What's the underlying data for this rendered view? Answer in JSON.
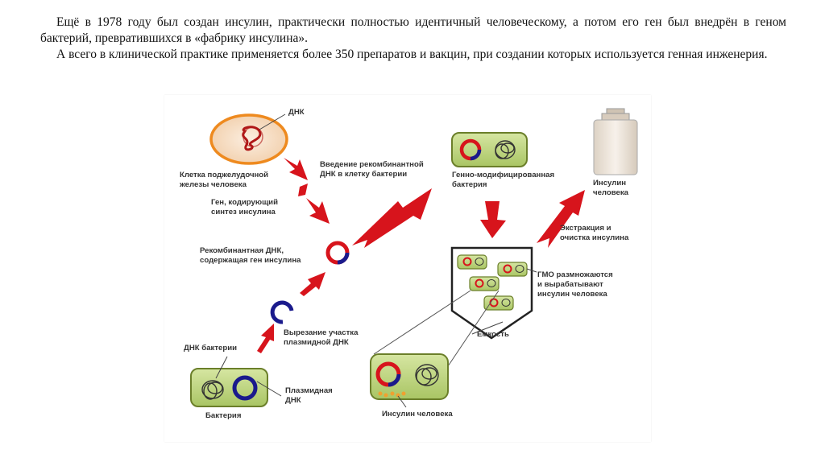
{
  "paragraphs": [
    "Ещё в 1978 году был создан инсулин, практически полностью идентичный человеческому, а потом его ген был внедрён в геном бактерий, превратившихся в «фабрику инсулина».",
    "А всего в клинической практике применяется более 350 препаратов и вакцин, при создании которых используется генная инженерия."
  ],
  "diagram": {
    "labels": {
      "dna_human": "ДНК",
      "pancreas_cell": "Клетка поджелудочной\nжелезы человека",
      "insulin_gene": "Ген, кодирующий\nсинтез инсулина",
      "recombinant_dna": "Рекомбинантная ДНК,\nсодержащая ген инсулина",
      "introduction": "Введение рекомбинантной\nДНК в клетку бактерии",
      "gm_bacteria": "Генно-модифицированная\nбактерия",
      "insulin_human_vial": "Инсулин\nчеловека",
      "extraction": "Экстракция и\nочистка инсулина",
      "gmo_multiply": "ГМО размножаются\nи вырабатывают\nинсулин человека",
      "container": "Емкость",
      "insulin_human_bottom": "Инсулин человека",
      "bacterial_dna": "ДНК бактерии",
      "cut_plasmid": "Вырезание участка\nплазмидной ДНК",
      "plasmid_dna": "Плазмидная\nДНК",
      "bacterium": "Бактерия"
    },
    "colors": {
      "arrow_red": "#d7141c",
      "cell_orange": "#ee8a1f",
      "cell_fill": "#f5dcc4",
      "bacteria_fill": "#c6d98a",
      "bacteria_border": "#6b7f2a",
      "plasmid_blue": "#1a1a8c",
      "vial_fill": "#efe6da"
    }
  }
}
